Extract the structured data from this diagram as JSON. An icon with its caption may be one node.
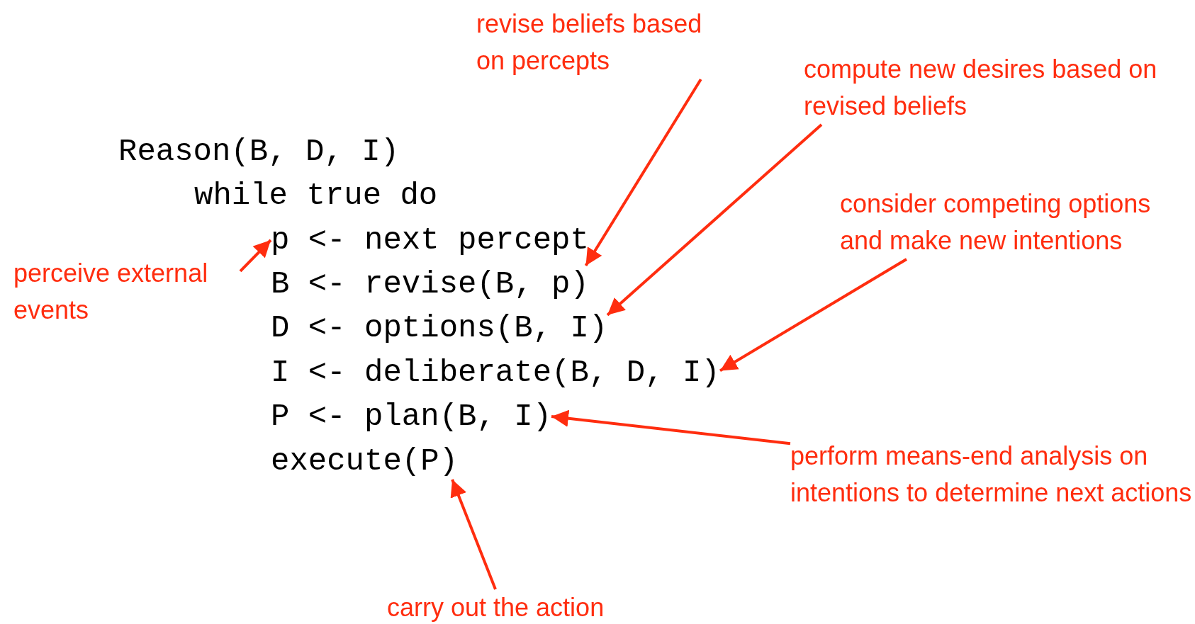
{
  "diagram": {
    "nodes": [
      {
        "text": [
          "revise beliefs based on percepts"
        ]
      },
      {
        "text": [
          "compute new desires based on revised beliefs"
        ]
      },
      {
        "text": [
          "Reason(B, D, I)"
        ]
      },
      {
        "text": [
          "while true do"
        ]
      },
      {
        "text": [
          "consider competing options and make new intentions"
        ]
      },
      {
        "text": [
          "p <- next percept"
        ]
      },
      {
        "text": [
          "perceive external events"
        ]
      },
      {
        "text": [
          "B <- revise(B, p)"
        ]
      },
      {
        "text": [
          "D <- options(B, I)"
        ]
      },
      {
        "text": [
          "I <- deliberate(B, D, I)"
        ]
      },
      {
        "text": [
          "P <- plan(B, I)"
        ]
      },
      {
        "text": [
          "execute(P)"
        ]
      },
      {
        "text": [
          "perform means-end analysis on intentions to determine next actions"
        ]
      },
      {
        "text": [
          "carry out the action"
        ]
      }
    ],
    "edges": [
      {
        "from": 0,
        "to": 7,
        "arrow": "to"
      },
      {
        "from": 1,
        "to": 8,
        "arrow": "to"
      },
      {
        "from": 4,
        "to": 9,
        "arrow": "to"
      },
      {
        "from": 6,
        "to": 5,
        "arrow": "to"
      },
      {
        "from": 12,
        "to": 10,
        "arrow": "to"
      },
      {
        "from": 13,
        "to": 11,
        "arrow": "to"
      }
    ]
  }
}
